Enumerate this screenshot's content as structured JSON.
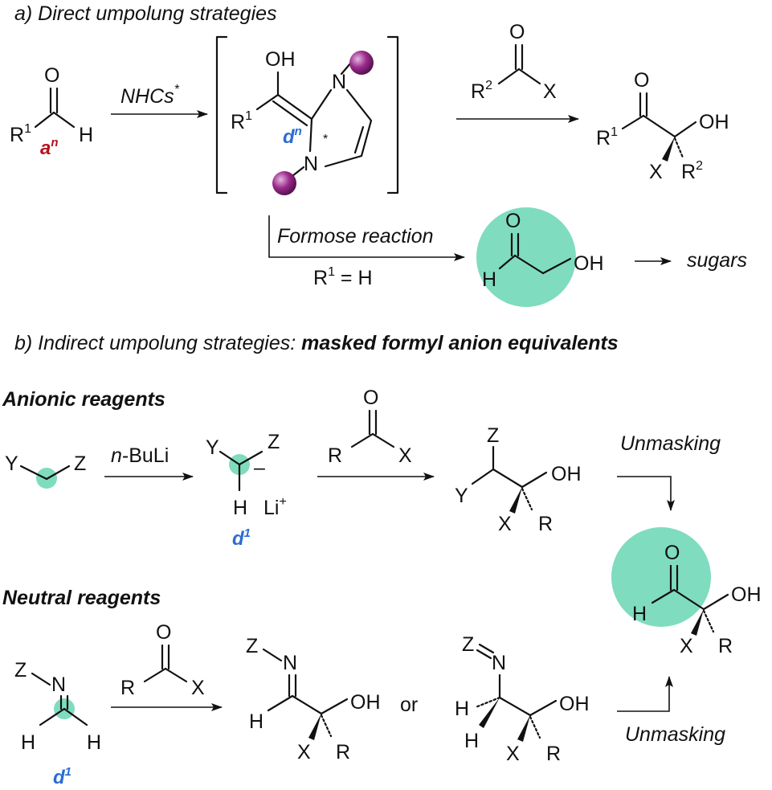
{
  "colors": {
    "highlight": "#7fdcbf",
    "acceptor": "#b5121b",
    "donor": "#2b6cd4",
    "sphere": "#9b2a8c"
  },
  "section_a": {
    "title": "a) Direct umpolung strategies",
    "reagent_above_arrow": "NHCs",
    "reagent_star": "*",
    "acceptor_label": "a",
    "acceptor_sup": "n",
    "donor_label": "d",
    "donor_sup": "n",
    "formose_label": "Formose reaction",
    "formose_condition_prefix": "R",
    "formose_condition_sup": "1",
    "formose_condition_suffix": " = H",
    "sugars": "sugars"
  },
  "section_b": {
    "title_prefix": "b) Indirect umpolung strategies: ",
    "title_bold": "masked formyl anion equivalents",
    "anionic_heading": "Anionic reagents",
    "neutral_heading": "Neutral reagents",
    "base_prefix": "n",
    "base_suffix": "-BuLi",
    "lithium": "Li",
    "plus": "+",
    "minus": "–",
    "donor1_label": "d",
    "donor1_sup": "1",
    "unmasking": "Unmasking",
    "or": "or"
  },
  "atoms": {
    "O": "O",
    "H": "H",
    "OH": "OH",
    "N": "N",
    "X": "X",
    "R": "R",
    "R1": "R",
    "R2": "R",
    "sup1": "1",
    "sup2": "2",
    "Y": "Y",
    "Z": "Z",
    "star": "*"
  }
}
